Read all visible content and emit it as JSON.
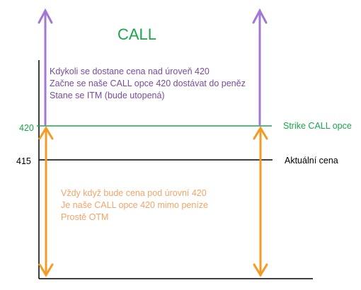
{
  "title": "CALL",
  "colors": {
    "purple": "#a277d6",
    "orange": "#f59a23",
    "green": "#1aa64a",
    "black": "#000000"
  },
  "levels": {
    "strike": {
      "value": "420",
      "label": "Strike CALL opce"
    },
    "current": {
      "value": "415",
      "label": "Aktuální cena"
    }
  },
  "above_text": [
    "Kdykoli se dostane cena nad úroveň 420",
    "Začne se naše CALL opce 420 dostávat do peněz",
    "Stane se ITM (bude utopená)"
  ],
  "below_text": [
    "Vždy když bude cena pod úrovní 420",
    "Je naše CALL opce 420 mimo peníze",
    "Prostě OTM"
  ]
}
